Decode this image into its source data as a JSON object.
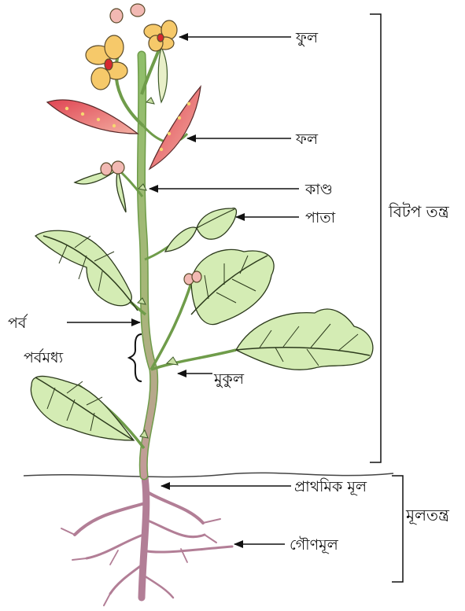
{
  "labels": {
    "flower": "ফুল",
    "fruit": "ফল",
    "stem": "কাণ্ড",
    "leaf": "পাতা",
    "node": "পর্ব",
    "internode": "পর্বমধ্য",
    "bud": "মুকুল",
    "primary_root": "প্রাথমিক মূল",
    "secondary_root": "গৌণমূল"
  },
  "systems": {
    "shoot_system": "বিটপ তন্ত্র",
    "root_system": "মূলতন্ত্র"
  },
  "colors": {
    "stem": "#8fbf6a",
    "stem_lower": "#b79a86",
    "leaf_fill": "#d4ecb4",
    "leaf_edge": "#2c3a1c",
    "flower_petal": "#f6c96a",
    "flower_center": "#d7282f",
    "bud_pink": "#f2b9b3",
    "fruit_fill": "#e25a63",
    "root": "#c08aa3",
    "soil_line": "#444444",
    "text": "#111111"
  }
}
